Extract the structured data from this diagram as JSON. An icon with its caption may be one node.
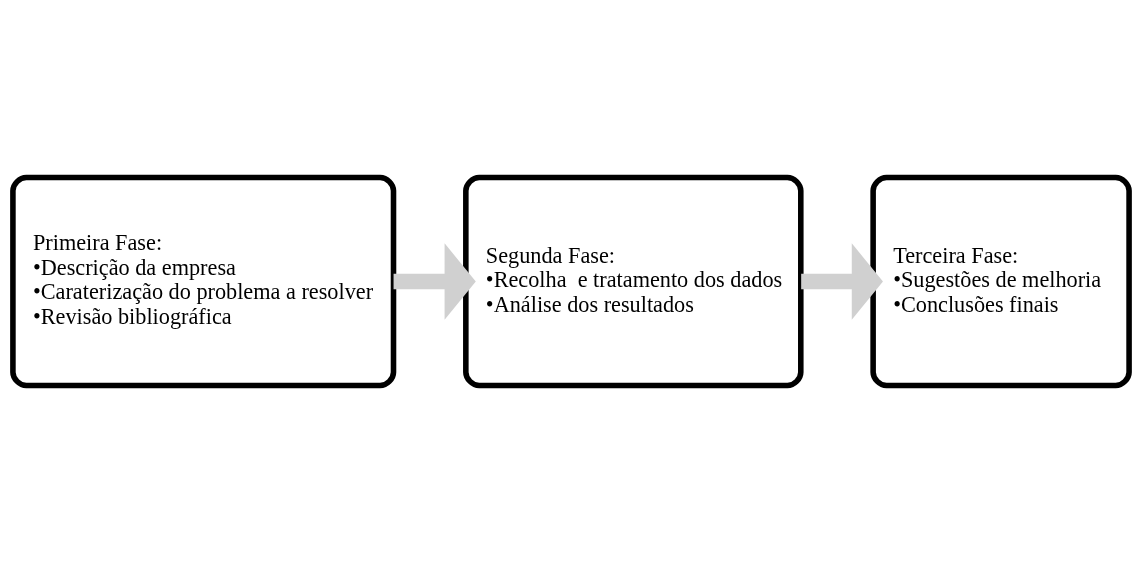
{
  "diagram": {
    "nodes": [
      {
        "text": [
          "Primeira Fase:",
          "•Descrição da empresa",
          "•Caraterização do problema a resolver",
          "•Revisão bibliográfica"
        ]
      },
      {
        "text": [
          "Segunda Fase:",
          "•Recolha  e tratamento dos dados",
          "•Análise dos resultados"
        ]
      },
      {
        "text": [
          "Terceira Fase:",
          "•Sugestões de melhoria",
          "•Conclusões finais"
        ]
      }
    ],
    "edges": [
      {
        "from": 0,
        "to": 1,
        "arrow": "to",
        "color": "#d0d0d0"
      },
      {
        "from": 1,
        "to": 2,
        "arrow": "to",
        "color": "#d0d0d0"
      }
    ]
  }
}
